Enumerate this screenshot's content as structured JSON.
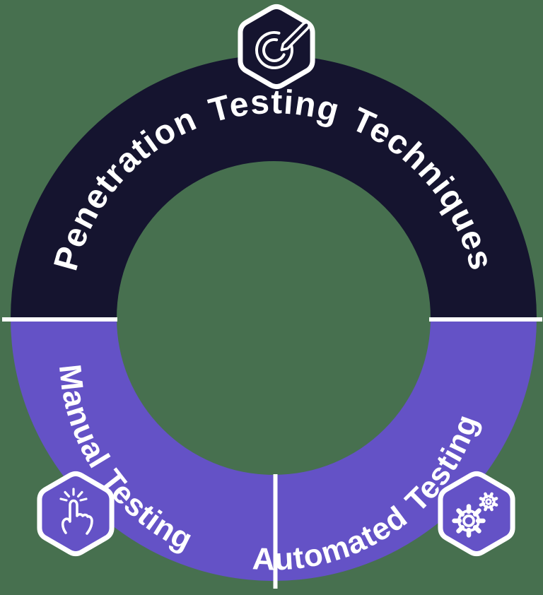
{
  "diagram": {
    "title": "Penetration Testing Techniques",
    "title_icon": "pen-drawing-circle-icon",
    "segments": [
      {
        "label": "Manual Testing",
        "icon": "tap-hand-icon"
      },
      {
        "label": "Automated Testing",
        "icon": "gears-icon"
      }
    ]
  },
  "colors": {
    "background": "#47704F",
    "navy": "#15142F",
    "purple": "#6452C6",
    "white": "#FFFFFF"
  }
}
